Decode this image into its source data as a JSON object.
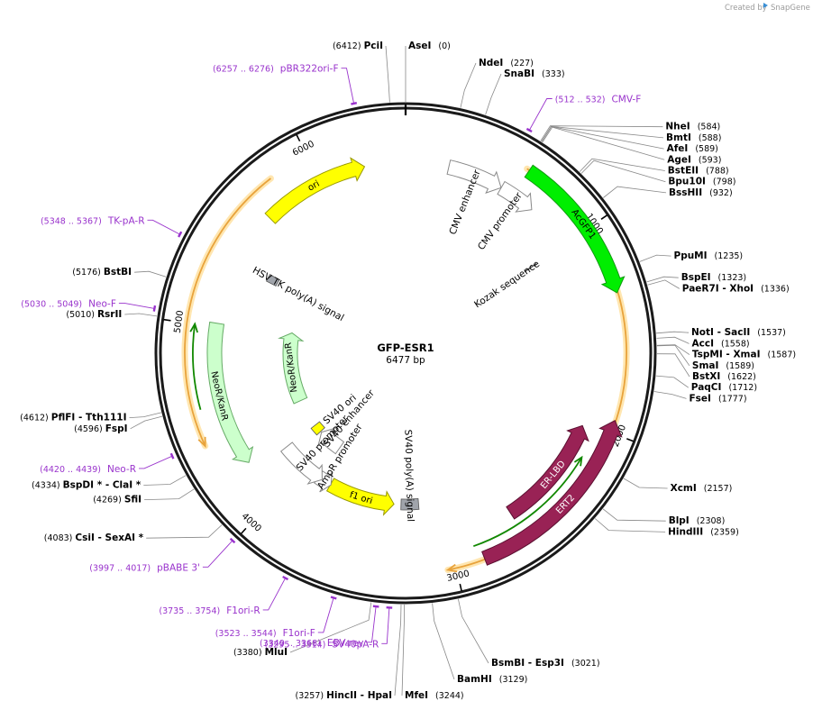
{
  "credit": {
    "prefix": "Created by",
    "brand": "SnapGene"
  },
  "plasmid": {
    "name": "GFP-ESR1",
    "size_label": "6477 bp",
    "length": 6477
  },
  "colors": {
    "backbone": "#1a1a1a",
    "site": "#000000",
    "primer": "#9933cc",
    "ori": "#ffff00",
    "acgfp": "#00ee00",
    "neo": "#ccffcc",
    "promoter": "#ffffff",
    "er": "#992255",
    "sv40ori": "#ffff00",
    "grey_box": "#a0a4ab",
    "orf": "#e8a33c",
    "orf_glow": "#ffe6b0",
    "orf_green": "#118800"
  },
  "ticks": [
    {
      "pos": 1000,
      "label": "1000"
    },
    {
      "pos": 2000,
      "label": "2000"
    },
    {
      "pos": 3000,
      "label": "3000"
    },
    {
      "pos": 4000,
      "label": "4000"
    },
    {
      "pos": 5000,
      "label": "5000"
    },
    {
      "pos": 6000,
      "label": "6000"
    }
  ],
  "sites": [
    {
      "name": "PciI",
      "pos_label": "(6412)",
      "side": "left"
    },
    {
      "name": "AseI",
      "pos_label": "(0)",
      "side": "right"
    },
    {
      "name": "NdeI",
      "pos_label": "(227)",
      "side": "right"
    },
    {
      "name": "SnaBI",
      "pos_label": "(333)",
      "side": "right"
    },
    {
      "name": "NheI",
      "pos_label": "(584)",
      "side": "right"
    },
    {
      "name": "BmtI",
      "pos_label": "(588)",
      "side": "right"
    },
    {
      "name": "AfeI",
      "pos_label": "(589)",
      "side": "right"
    },
    {
      "name": "AgeI",
      "pos_label": "(593)",
      "side": "right"
    },
    {
      "name": "BstEII",
      "pos_label": "(788)",
      "side": "right"
    },
    {
      "name": "Bpu10I",
      "pos_label": "(798)",
      "side": "right"
    },
    {
      "name": "BssHII",
      "pos_label": "(932)",
      "side": "right"
    },
    {
      "name": "PpuMI",
      "pos_label": "(1235)",
      "side": "right"
    },
    {
      "name": "BspEI",
      "pos_label": "(1323)",
      "side": "right"
    },
    {
      "name": "PaeR7I  - XhoI",
      "pos_label": "(1336)",
      "side": "right"
    },
    {
      "name": "NotI  - SacII",
      "pos_label": "(1537)",
      "side": "right"
    },
    {
      "name": "AccI",
      "pos_label": "(1558)",
      "side": "right"
    },
    {
      "name": "TspMI  - XmaI",
      "pos_label": "(1587)",
      "side": "right"
    },
    {
      "name": "SmaI",
      "pos_label": "(1589)",
      "side": "right"
    },
    {
      "name": "BstXI",
      "pos_label": "(1622)",
      "side": "right"
    },
    {
      "name": "PaqCI",
      "pos_label": "(1712)",
      "side": "right"
    },
    {
      "name": "FseI",
      "pos_label": "(1777)",
      "side": "right"
    },
    {
      "name": "XcmI",
      "pos_label": "(2157)",
      "side": "right"
    },
    {
      "name": "BlpI",
      "pos_label": "(2308)",
      "side": "right"
    },
    {
      "name": "HindIII",
      "pos_label": "(2359)",
      "side": "right"
    },
    {
      "name": "BsmBI  - Esp3I",
      "pos_label": "(3021)",
      "side": "right"
    },
    {
      "name": "BamHI",
      "pos_label": "(3129)",
      "side": "right"
    },
    {
      "name": "MfeI",
      "pos_label": "(3244)",
      "side": "right"
    },
    {
      "name": "HincII  - HpaI",
      "pos_label": "(3257)",
      "side": "left"
    },
    {
      "name": "MluI",
      "pos_label": "(3380)",
      "side": "left"
    },
    {
      "name": "CsiI  - SexAI *",
      "pos_label": "(4083)",
      "side": "left"
    },
    {
      "name": "SfiI",
      "pos_label": "(4269)",
      "side": "left"
    },
    {
      "name": "BspDI *  - ClaI *",
      "pos_label": "(4334)",
      "side": "left"
    },
    {
      "name": "FspI",
      "pos_label": "(4596)",
      "side": "left"
    },
    {
      "name": "PflFI  - Tth111I",
      "pos_label": "(4612)",
      "side": "left"
    },
    {
      "name": "RsrII",
      "pos_label": "(5010)",
      "side": "left"
    },
    {
      "name": "BstBI",
      "pos_label": "(5176)",
      "side": "left"
    }
  ],
  "primers": [
    {
      "name": "pBR322ori-F",
      "pos_label": "(6257 .. 6276)"
    },
    {
      "name": "CMV-F",
      "pos_label": "(512 .. 532)"
    },
    {
      "name": "TK-pA-R",
      "pos_label": "(5348 .. 5367)"
    },
    {
      "name": "Neo-F",
      "pos_label": "(5030 .. 5049)"
    },
    {
      "name": "Neo-R",
      "pos_label": "(4420 .. 4439)"
    },
    {
      "name": "pBABE 3'",
      "pos_label": "(3997 .. 4017)"
    },
    {
      "name": "F1ori-R",
      "pos_label": "(3735 .. 3754)"
    },
    {
      "name": "F1ori-F",
      "pos_label": "(3523 .. 3544)"
    },
    {
      "name": "EBV-rev",
      "pos_label": "(3349 .. 3368)"
    },
    {
      "name": "SV40pA-R",
      "pos_label": "(3295 .. 3314)"
    }
  ],
  "features": [
    {
      "name": "ori",
      "type": "arrow",
      "start": 5665,
      "end": 6254,
      "strand": 1,
      "color": "ori",
      "track": 1,
      "label_inside": true
    },
    {
      "name": "CMV enhancer",
      "type": "arrow",
      "start": 235,
      "end": 539,
      "strand": 1,
      "color": "promoter",
      "track": 1
    },
    {
      "name": "CMV promoter",
      "type": "arrow",
      "start": 540,
      "end": 743,
      "strand": 1,
      "color": "promoter",
      "track": 1
    },
    {
      "name": "AcGFP1",
      "type": "arrow",
      "start": 613,
      "end": 1332,
      "strand": 1,
      "color": "acgfp",
      "track": 0,
      "label_inside": true
    },
    {
      "name": "Kozak sequence",
      "type": "mark",
      "start": 1000,
      "end": 1010,
      "track": 2
    },
    {
      "name": "ERT2",
      "type": "arrow",
      "start": 1940,
      "end": 2860,
      "strand": -1,
      "color": "er",
      "track": 0,
      "label_inside": true
    },
    {
      "name": "ER-LBD",
      "type": "arrow",
      "start": 2020,
      "end": 2640,
      "strand": -1,
      "color": "er",
      "track": 1,
      "label_inside": true
    },
    {
      "name": "SV40 poly(A) signal",
      "type": "box",
      "start": 3150,
      "end": 3270,
      "color": "grey_box",
      "track": 2
    },
    {
      "name": "f1 ori",
      "type": "arrow",
      "start": 3318,
      "end": 3774,
      "strand": -1,
      "color": "ori",
      "track": 2,
      "label_inside": true
    },
    {
      "name": "AmpR promoter",
      "type": "arrow",
      "start": 3770,
      "end": 3870,
      "strand": -1,
      "color": "promoter",
      "track": 2
    },
    {
      "name": "SV40 promoter",
      "type": "arrow",
      "start": 3840,
      "end": 4170,
      "strand": -1,
      "color": "promoter",
      "track": 2
    },
    {
      "name": "SV40 enhancer",
      "type": "arrow",
      "start": 3865,
      "end": 4080,
      "strand": 1,
      "color": "promoter",
      "track": 3
    },
    {
      "name": "SV40 ori",
      "type": "box",
      "start": 4090,
      "end": 4165,
      "color": "sv40ori",
      "track": 3
    },
    {
      "name": "NeoR/KanR",
      "type": "arrow",
      "start": 4230,
      "end": 5020,
      "strand": -1,
      "color": "neo",
      "track": 1,
      "label_inside": true
    },
    {
      "name": "NeoR/KanR",
      "type": "arrow",
      "start": 4420,
      "end": 5040,
      "strand": 1,
      "color": "neo",
      "track": 3,
      "label_inside": true
    },
    {
      "name": "HSV TK poly(A) signal",
      "type": "box",
      "start": 5350,
      "end": 5400,
      "color": "grey_box",
      "track": 2
    }
  ],
  "orfs": [
    {
      "start": 600,
      "end": 3040,
      "strand": 1,
      "color": "orf"
    },
    {
      "start": 4410,
      "end": 5800,
      "strand": -1,
      "color": "orf"
    },
    {
      "start": 2170,
      "end": 2890,
      "strand": -1,
      "color": "orf_green"
    },
    {
      "start": 4580,
      "end": 5000,
      "strand": 1,
      "color": "orf_green"
    }
  ]
}
